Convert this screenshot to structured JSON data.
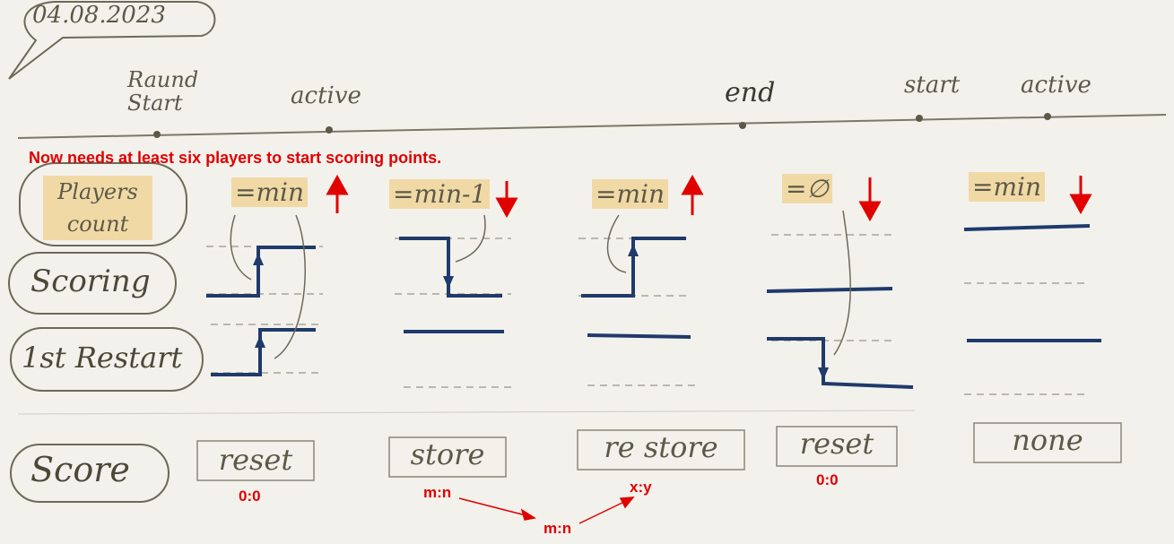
{
  "date": "04.08.2023",
  "annotation": "Now  needs at least six players to start scoring points.",
  "timeline": {
    "labels": [
      {
        "id": "round-start",
        "text": "Raund Start"
      },
      {
        "id": "active-1",
        "text": "active"
      },
      {
        "id": "end",
        "text": "end"
      },
      {
        "id": "start-2",
        "text": "start"
      },
      {
        "id": "active-2",
        "text": "active"
      }
    ]
  },
  "rows": {
    "players_count": "Players count",
    "scoring": "Scoring",
    "first_restart": "1st Restart",
    "score": "Score"
  },
  "phases": [
    {
      "id": "round-start",
      "players": "=min",
      "direction": "up",
      "score_box": "reset",
      "score_value": "0:0",
      "scoring": "rise",
      "restart": "rise"
    },
    {
      "id": "active-1",
      "players": "=min-1",
      "direction": "down",
      "score_box": "store",
      "score_value": "m:n",
      "scoring": "fall",
      "restart": "high"
    },
    {
      "id": "active-2",
      "players": "=min",
      "direction": "up",
      "score_box": "re store",
      "score_value": "x:y",
      "scoring": "rise",
      "restart": "high"
    },
    {
      "id": "end",
      "players": "=∅",
      "direction": "down",
      "score_box": "reset",
      "score_value": "0:0",
      "scoring": "low",
      "restart": "fall"
    },
    {
      "id": "start-2",
      "players": "=min",
      "direction": "down",
      "score_box": "none",
      "score_value": "",
      "scoring": "high",
      "restart": "high"
    }
  ],
  "flow_middle": "m:n",
  "colors": {
    "pencil": "#5b5a48",
    "highlight": "#f1d9a6",
    "signal": "#1f3a6b",
    "arrow": "#e00000"
  }
}
